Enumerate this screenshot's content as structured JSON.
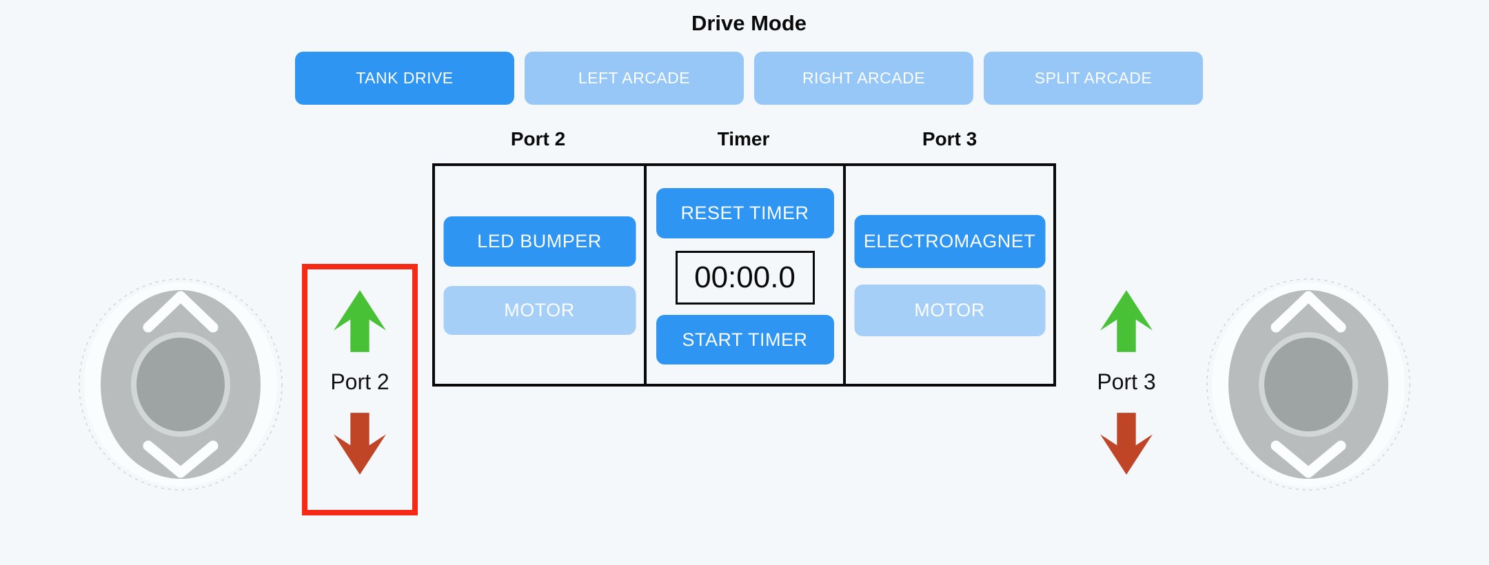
{
  "drive_mode": {
    "title": "Drive Mode",
    "options": [
      {
        "label": "TANK DRIVE",
        "active": true
      },
      {
        "label": "LEFT ARCADE",
        "active": false
      },
      {
        "label": "RIGHT ARCADE",
        "active": false
      },
      {
        "label": "SPLIT ARCADE",
        "active": false
      }
    ]
  },
  "panel": {
    "columns": [
      {
        "header": "Port 2",
        "primary": "LED BUMPER",
        "secondary": "MOTOR"
      },
      {
        "header": "Timer",
        "top": "RESET TIMER",
        "display": "00:00.0",
        "bottom": "START TIMER"
      },
      {
        "header": "Port 3",
        "primary": "ELECTROMAGNET",
        "secondary": "MOTOR"
      }
    ]
  },
  "port_indicators": {
    "left": {
      "label": "Port 2",
      "up_icon": "green-up-arrow",
      "down_icon": "red-down-arrow",
      "highlighted": true
    },
    "right": {
      "label": "Port 3",
      "up_icon": "green-up-arrow",
      "down_icon": "red-down-arrow",
      "highlighted": false
    }
  },
  "joysticks": {
    "left": "vertical-joystick",
    "right": "vertical-joystick"
  },
  "colors": {
    "background": "#f4f8fa",
    "active_blue": "#2f95f2",
    "inactive_blue": "#97c7f6",
    "soft_blue": "#a5cff7",
    "highlight_red": "#f42a17",
    "arrow_green": "#49c136",
    "arrow_red": "#bf4526",
    "table_border": "#0a0a0a"
  }
}
